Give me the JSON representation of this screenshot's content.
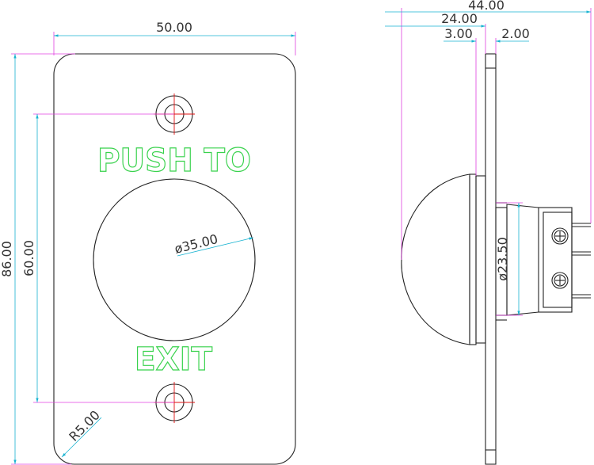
{
  "front_view": {
    "plate_text_top": "PUSH TO",
    "plate_text_bottom": "EXIT",
    "dim_width": "50.00",
    "dim_height": "86.00",
    "dim_hole_spacing": "60.00",
    "dim_button_dia": "ø35.00",
    "dim_corner_radius": "R5.00"
  },
  "side_view": {
    "dim_total_depth": "44.00",
    "dim_button_depth": "24.00",
    "dim_bezel": "3.00",
    "dim_plate": "2.00",
    "dim_body_dia": "ø23.50"
  },
  "colors": {
    "line": "#222222",
    "extension": "#e040e0",
    "dimension": "#19b3d1",
    "center": "#e01010",
    "text_outline": "#39d24d"
  }
}
